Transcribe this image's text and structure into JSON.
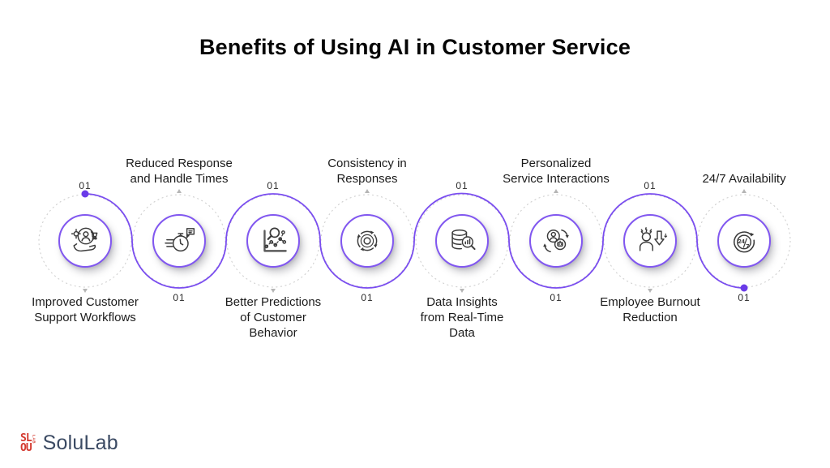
{
  "title": "Benefits of Using AI in Customer Service",
  "brand": {
    "name": "SoluLab",
    "mark_top": "SL",
    "mark_bottom": "OU",
    "mark_side": "LAB",
    "mark_color": "#d4382e",
    "name_color": "#3b4a63"
  },
  "colors": {
    "wave_purple": "#7a4df0",
    "wave_dot_purple": "#6a3be8",
    "ring_purple": "#8157f0",
    "dotted_gray": "#c8c8c8",
    "label_text": "#1b1b1b",
    "icon_stroke": "#3b3b3b"
  },
  "items": [
    {
      "number": "01",
      "label": "Improved Customer\nSupport Workflows",
      "label_position": "bottom",
      "icon": "customer-support-hand-icon"
    },
    {
      "number": "01",
      "label": "Reduced Response\nand Handle Times",
      "label_position": "top",
      "icon": "stopwatch-speed-icon"
    },
    {
      "number": "01",
      "label": "Better Predictions\nof Customer\nBehavior",
      "label_position": "bottom",
      "icon": "chart-magnifier-icon"
    },
    {
      "number": "01",
      "label": "Consistency in\nResponses",
      "label_position": "top",
      "icon": "cycle-arrows-icon"
    },
    {
      "number": "01",
      "label": "Data Insights\nfrom Real-Time\nData",
      "label_position": "bottom",
      "icon": "database-magnifier-icon"
    },
    {
      "number": "01",
      "label": "Personalized\nService Interactions",
      "label_position": "top",
      "icon": "human-bot-exchange-icon"
    },
    {
      "number": "01",
      "label": "Employee Burnout\nReduction",
      "label_position": "bottom",
      "icon": "burnout-person-icon"
    },
    {
      "number": "01",
      "label": "24/7 Availability",
      "label_position": "top",
      "icon": "24-7-clock-icon"
    }
  ]
}
